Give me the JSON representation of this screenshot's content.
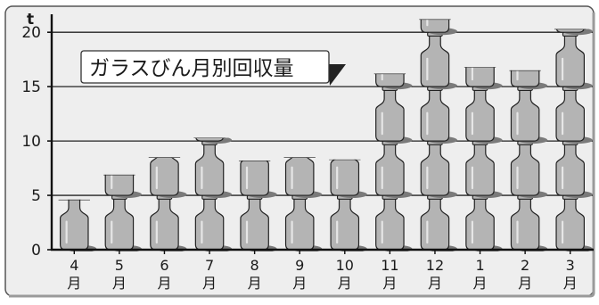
{
  "chart_data": {
    "type": "bar",
    "title": "ガラスびん月別回収量",
    "unit": "t",
    "categories": [
      "4",
      "5",
      "6",
      "7",
      "8",
      "9",
      "10",
      "11",
      "12",
      "1",
      "2",
      "3"
    ],
    "month_suffix": "月",
    "values": [
      4.6,
      6.9,
      8.5,
      10.3,
      8.2,
      8.5,
      8.3,
      16.2,
      21.2,
      16.8,
      16.5,
      20.3
    ],
    "ylim": [
      0,
      21
    ],
    "yticks": [
      0,
      5,
      10,
      15,
      20
    ],
    "grid": true,
    "colors": {
      "background": "#eeeeee",
      "bottle_fill": "#b4b4b4",
      "bottle_outline": "#222222",
      "shadow": "#7a7a7a",
      "grid": "#222222"
    }
  }
}
